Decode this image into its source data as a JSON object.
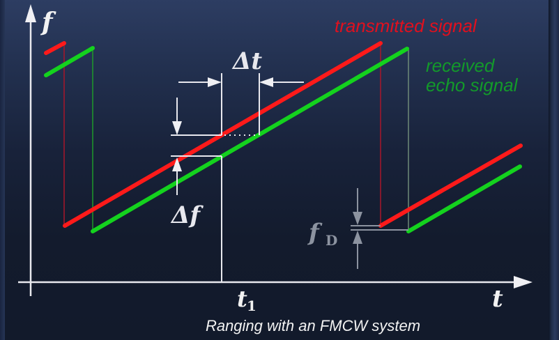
{
  "diagram": {
    "caption": "Ranging with an FMCW system",
    "axes": {
      "y_label": "f",
      "x_label": "t",
      "x_marker": "t",
      "x_marker_sub": "1"
    },
    "legend": {
      "transmitted": "transmitted signal",
      "received_line1": "received",
      "received_line2": "echo signal"
    },
    "annotations": {
      "delta_t": "Δt",
      "delta_f": "Δf",
      "doppler": "f",
      "doppler_sub": "D"
    },
    "colors": {
      "transmitted": "#ff1a1a",
      "received": "#14d21e",
      "axis": "#e8e8ee",
      "background_top": "#2d3d62",
      "background_bottom": "#121a2b"
    }
  }
}
